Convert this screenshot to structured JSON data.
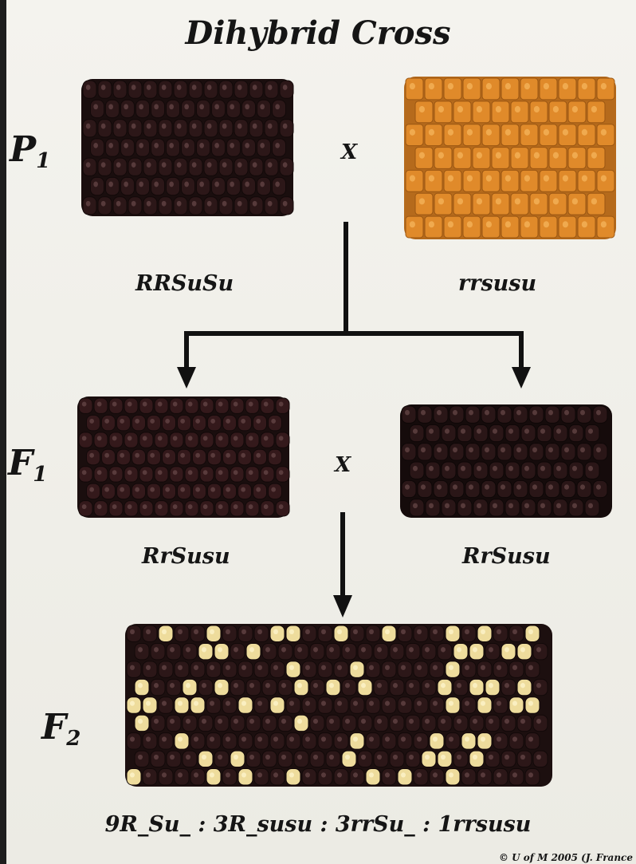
{
  "title": "Dihybrid Cross",
  "generations": {
    "p1": "P",
    "p1_sub": "1",
    "f1": "F",
    "f1_sub": "1",
    "f2": "F",
    "f2_sub": "2"
  },
  "cross_symbol": "X",
  "genotypes": {
    "p1_left": "RRSuSu",
    "p1_right": "rrsusu",
    "f1_left": "RrSusu",
    "f1_right": "RrSusu"
  },
  "ratio": "9R_Su_ : 3R_susu : 3rrSu_ : 1rrsusu",
  "credit": "© U of M 2005 (J. France",
  "colors": {
    "purple_kernel": "#2c1718",
    "purple_highlight": "#6a4a4a",
    "orange_kernel": "#e08a2a",
    "orange_highlight": "#f6b860",
    "yellow_kernel": "#eedc9c",
    "arrow": "#111111"
  }
}
